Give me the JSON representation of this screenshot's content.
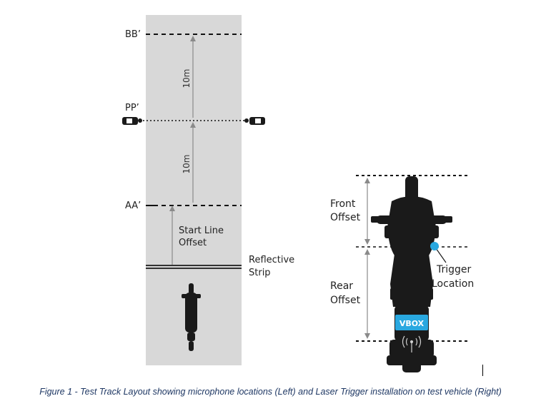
{
  "track": {
    "line_labels": {
      "bb": "BB’",
      "pp": "PP’",
      "aa": "AA’"
    },
    "distance_upper": "10m",
    "distance_lower": "10m",
    "start_offset_line1": "Start Line",
    "start_offset_line2": "Offset",
    "strip_line1": "Reflective",
    "strip_line2": "Strip"
  },
  "vehicle": {
    "front_offset_line1": "Front",
    "front_offset_line2": "Offset",
    "rear_offset_line1": "Rear",
    "rear_offset_line2": "Offset",
    "trigger_line1": "Trigger",
    "trigger_line2": "Location",
    "vbox_label": "VBOX",
    "trigger_color": "#29a8e0",
    "vbox_color": "#29a8e0"
  },
  "caption": "Figure 1 - Test Track Layout showing microphone locations (Left) and Laser Trigger installation on test vehicle (Right)",
  "colors": {
    "track": "#d8d8d8",
    "vehicle": "#1a1a1a",
    "arrow": "#8a8a8a"
  }
}
